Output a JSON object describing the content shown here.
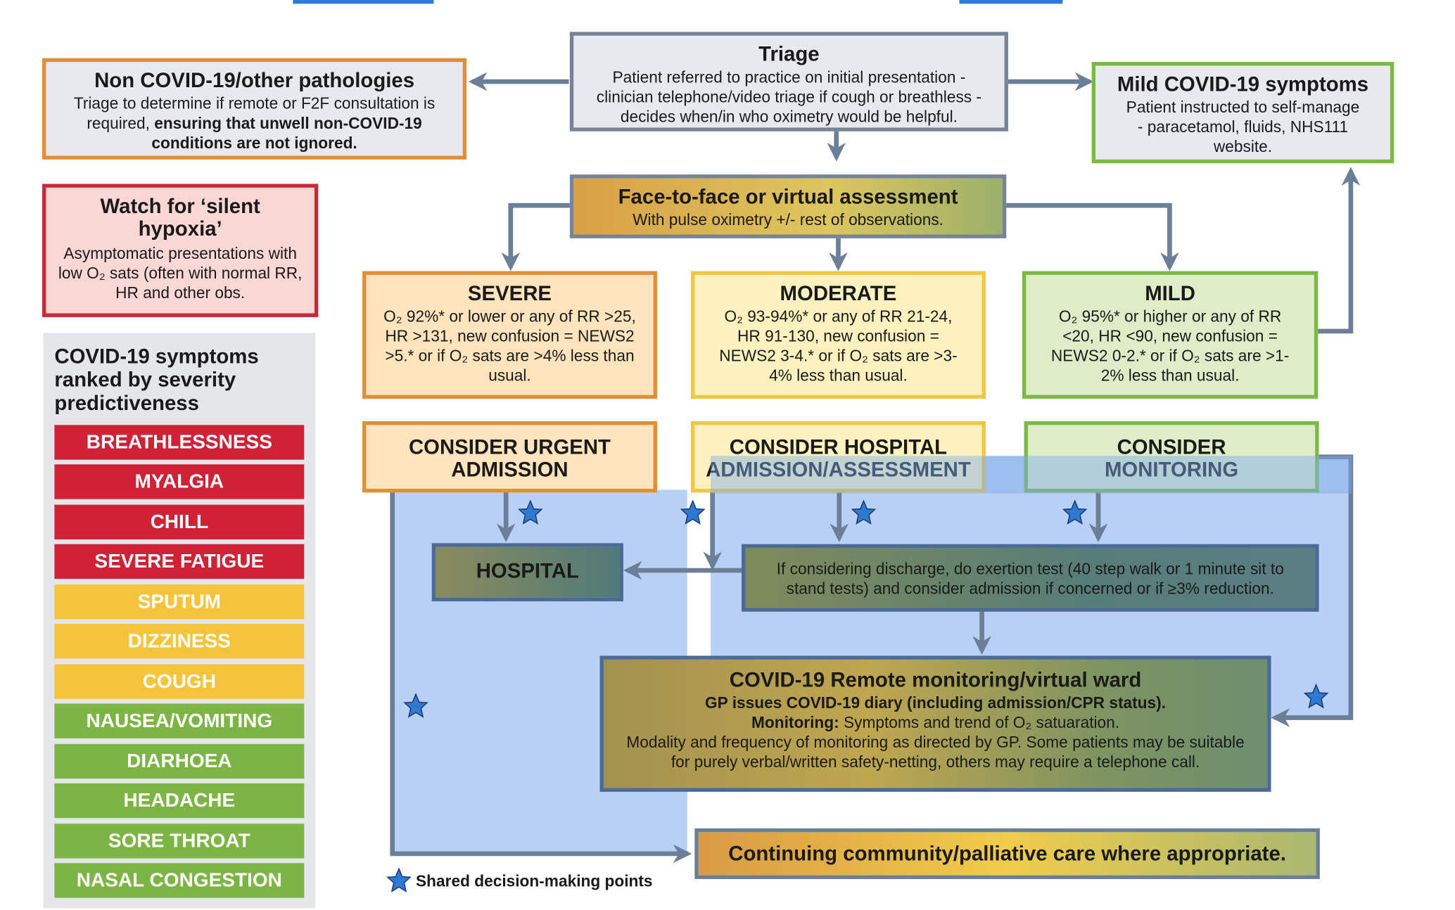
{
  "triage": {
    "title": "Triage",
    "body": "Patient referred to practice on initial presentation - clinician telephone/video triage if cough or breathless - decides when/in who oximetry would be helpful."
  },
  "non_covid": {
    "title": "Non COVID-19/other pathologies",
    "body_start": "Triage to determine if remote or F2F consultation is required,",
    "body_bold": "ensuring that unwell non-COVID-19 conditions are not ignored."
  },
  "mild_symptoms": {
    "title": "Mild COVID-19 symptoms",
    "body": "Patient instructed to self-manage - paracetamol, fluids, NHS111 website."
  },
  "silent_hypoxia": {
    "title": "Watch for ‘silent hypoxia’",
    "body": "Asymptomatic presentations with low O₂ sats (often with normal RR, HR and other obs."
  },
  "assessment": {
    "title": "Face-to-face or virtual assessment",
    "body": "With pulse oximetry +/- rest of observations."
  },
  "severe": {
    "title": "SEVERE",
    "body": "O₂ 92%* or lower or any of RR >25, HR >131, new confusion = NEWS2 >5.* or if O₂ sats are >4% less than usual."
  },
  "moderate": {
    "title": "MODERATE",
    "body": "O₂ 93-94%* or any of RR 21-24, HR 91-130, new confusion = NEWS2 3-4.* or if O₂ sats are >3-4% less than usual."
  },
  "mild": {
    "title": "MILD",
    "body": "O₂ 95%* or higher or any of RR <20, HR <90, new confusion = NEWS2 0-2.* or if O₂ sats are >1-2% less than usual."
  },
  "consider_urgent": "CONSIDER URGENT ADMISSION",
  "consider_hospital": "CONSIDER HOSPITAL ADMISSION/ASSESSMENT",
  "consider_monitoring": "CONSIDER MONITORING",
  "hospital": "HOSPITAL",
  "discharge": "If considering discharge, do exertion test (40 step walk or 1 minute sit to stand tests) and consider admission if concerned or if ≥3% reduction.",
  "remote": {
    "title": "COVID-19 Remote monitoring/virtual ward",
    "line1": "GP issues COVID-19 diary (including admission/CPR status).",
    "monitoring_label": "Monitoring:",
    "monitoring_text": "Symptoms and trend of O₂ satuaration.",
    "line3": "Modality and frequency of monitoring as directed by GP. Some patients may be suitable for purely verbal/written safety-netting, others may require a telephone call."
  },
  "continuing": "Continuing community/palliative care where appropriate.",
  "legend": "Shared decision-making points",
  "symptoms_panel": {
    "title": "COVID-19 symptoms ranked by severity predictiveness",
    "items": [
      {
        "label": "BREATHLESSNESS",
        "color": "#cf2236"
      },
      {
        "label": "MYALGIA",
        "color": "#cf2236"
      },
      {
        "label": "CHILL",
        "color": "#cf2236"
      },
      {
        "label": "SEVERE FATIGUE",
        "color": "#cf2236"
      },
      {
        "label": "SPUTUM",
        "color": "#f5c43a"
      },
      {
        "label": "DIZZINESS",
        "color": "#f5c43a"
      },
      {
        "label": "COUGH",
        "color": "#f5c43a"
      },
      {
        "label": "NAUSEA/VOMITING",
        "color": "#7db544"
      },
      {
        "label": "DIARHOEA",
        "color": "#7db544"
      },
      {
        "label": "HEADACHE",
        "color": "#7db544"
      },
      {
        "label": "SORE THROAT",
        "color": "#7db544"
      },
      {
        "label": "NASAL CONGESTION",
        "color": "#7db544"
      }
    ]
  },
  "colors": {
    "orange": "#e18e35",
    "gray": "#6e7e91",
    "green": "#7bb844",
    "red": "#c9283a",
    "yellow": "#f1c73f",
    "connector": "#6c7f98",
    "star": "#2e7ad3"
  }
}
